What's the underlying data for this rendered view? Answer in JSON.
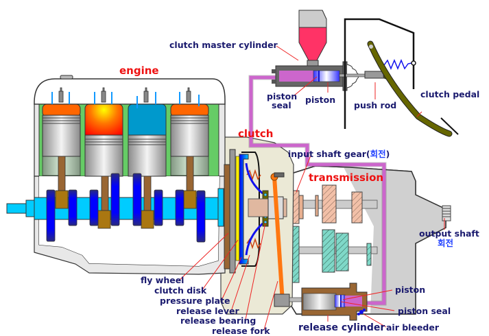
{
  "titles": {
    "engine": "engine",
    "clutch": "clutch",
    "transmission": "transmission"
  },
  "labels": {
    "clutch_master_cylinder": "clutch master cylinder",
    "piston_seal_top_1": "piston",
    "piston_seal_top_2": "seal",
    "piston_top": "piston",
    "push_rod": "push rod",
    "clutch_pedal": "clutch pedal",
    "input_shaft_gear": "input shaft gear(",
    "input_shaft_gear_kr": "회전",
    "input_shaft_gear_close": ")",
    "output_shaft": "output shaft",
    "output_shaft_kr": "회전",
    "fly_wheel": "fly wheel",
    "clutch_disk": "clutch disk",
    "pressure_plate": "pressure plate",
    "release_lever": "release lever",
    "release_bearing": "release bearing",
    "release_fork": "release fork",
    "release_cylinder": "release cylinder",
    "piston_bottom": "piston",
    "piston_seal_bottom": "piston seal",
    "air_bleeder": "air bleeder"
  },
  "colors": {
    "label_text": "#1a1a6e",
    "title_red": "#ee1111",
    "leader_line": "#ee2222",
    "hydraulic_line": "#cc66cc",
    "fluid": "#ff3366",
    "crankshaft": "#00ccff",
    "crank_web": "#1010ee",
    "pedal": "#666600",
    "fork": "#ff7711",
    "cylinder_body": "#996633",
    "engine_block": "#66cc66",
    "clutch_housing": "#ebe9d6",
    "transmission_housing": "#d0d0d0"
  }
}
